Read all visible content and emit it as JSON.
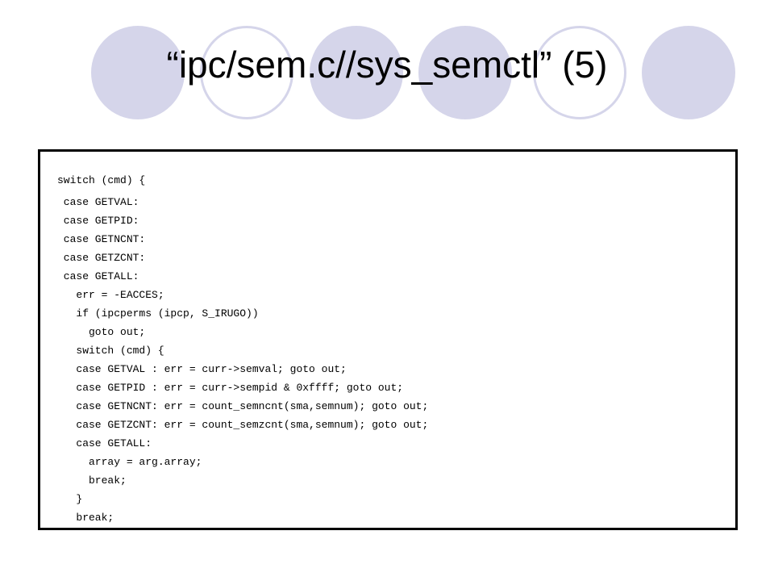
{
  "slide": {
    "title": "“ipc/sem.c//sys_semctl” (5)",
    "decoration_color": "#d5d5ea"
  },
  "code": {
    "lines": [
      "switch (cmd) {",
      " case GETVAL:",
      " case GETPID:",
      " case GETNCNT:",
      " case GETZCNT:",
      " case GETALL:",
      "   err = -EACCES;",
      "   if (ipcperms (ipcp, S_IRUGO))",
      "     goto out;",
      "   switch (cmd) {",
      "   case GETVAL : err = curr->semval; goto out;",
      "   case GETPID : err = curr->sempid & 0xffff; goto out;",
      "   case GETNCNT: err = count_semncnt(sma,semnum); goto out;",
      "   case GETZCNT: err = count_semzcnt(sma,semnum); goto out;",
      "   case GETALL:",
      "     array = arg.array;",
      "     break;",
      "   }",
      "   break;"
    ]
  }
}
